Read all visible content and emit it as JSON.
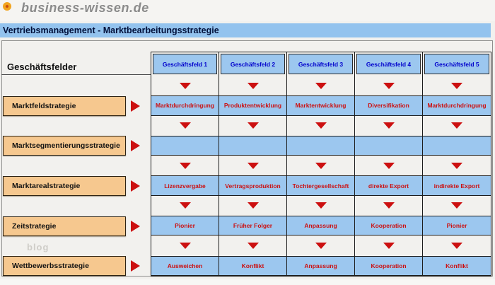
{
  "header": {
    "logo_text": "business-wissen.de",
    "logo_icon": "orange-dot-icon"
  },
  "title_bar": {
    "title": "Vertriebsmanagement - Marktbearbeitungsstrategie"
  },
  "matrix": {
    "corner_label": "Geschäftsfelder",
    "columns": [
      "Geschäftsfeld 1",
      "Geschäftsfeld 2",
      "Geschäftsfeld 3",
      "Geschäftsfeld 4",
      "Geschäftsfeld 5"
    ],
    "rows": [
      {
        "label": "Marktfeldstrategie",
        "values": [
          "Marktdurchdringung",
          "Produktentwicklung",
          "Marktentwicklung",
          "Diversifikation",
          "Marktdurchdringung"
        ]
      },
      {
        "label": "Marktsegmentierungsstrategie",
        "values": [
          "",
          "",
          "",
          "",
          ""
        ]
      },
      {
        "label": "Marktarealstrategie",
        "values": [
          "Lizenzvergabe",
          "Vertragsproduktion",
          "Tochtergesellschaft",
          "direkte Export",
          "indirekte Export"
        ]
      },
      {
        "label": "Zeitstrategie",
        "values": [
          "Pionier",
          "Früher Folger",
          "Anpassung",
          "Kooperation",
          "Pionier"
        ]
      },
      {
        "label": "Wettbewerbsstrategie",
        "values": [
          "Ausweichen",
          "Konflikt",
          "Anpassung",
          "Kooperation",
          "Konflikt"
        ]
      }
    ]
  },
  "icons": {
    "row_arrow": "red-right-triangle",
    "cell_arrow": "red-down-triangle",
    "logo": "orange-dot"
  },
  "watermark": "blog",
  "colors": {
    "accent_red": "#cc1010",
    "cell_blue": "#9cc7ef",
    "title_bar_blue": "#93c3ee",
    "header_text_blue": "#0000cc",
    "label_orange": "#f6c88f",
    "logo_orange": "#f2a41f",
    "background": "#f2f1ee"
  }
}
